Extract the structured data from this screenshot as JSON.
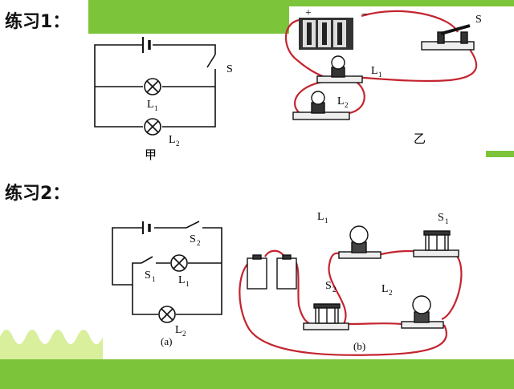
{
  "exercise1": {
    "heading": "练习1：",
    "circuit_a": {
      "label_switch": "S",
      "label_l1": "L",
      "label_l1_sub": "1",
      "label_l2": "L",
      "label_l2_sub": "2",
      "caption": "甲"
    },
    "circuit_b": {
      "label_l1": "L",
      "label_l1_sub": "1",
      "label_l2": "L",
      "label_l2_sub": "2",
      "label_switch": "S",
      "caption": "乙",
      "battery_plus": "+",
      "battery_minus": "−"
    }
  },
  "exercise2": {
    "heading": "练习2：",
    "circuit_a": {
      "label_s2": "S",
      "label_s2_sub": "2",
      "label_s1": "S",
      "label_s1_sub": "1",
      "label_l1": "L",
      "label_l1_sub": "1",
      "label_l2": "L",
      "label_l2_sub": "2",
      "caption": "(a)"
    },
    "circuit_b": {
      "label_l1": "L",
      "label_l1_sub": "1",
      "label_s1": "S",
      "label_s1_sub": "1",
      "label_s2": "S",
      "label_s2_sub": "2",
      "label_l2": "L",
      "label_l2_sub": "2",
      "caption": "(b)"
    }
  },
  "colors": {
    "background": "#7cc43a",
    "panel": "#ffffff",
    "wire_real": "#c4242f",
    "ink": "#111111"
  }
}
